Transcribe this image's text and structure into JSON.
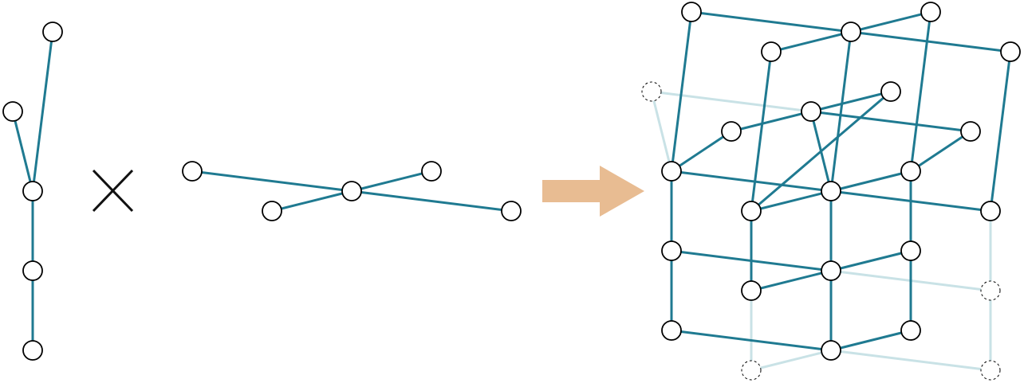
{
  "colors": {
    "background": "#ffffff",
    "edge": "#1f7a91",
    "faded_edge": "#c9e2e6",
    "node_fill": "#ffffff",
    "node_stroke": "#000000",
    "times_sign": "#111111",
    "arrow": "#e8bc92"
  },
  "graph_a": {
    "edges": [
      [
        "a1",
        "a3"
      ],
      [
        "a2",
        "a3"
      ],
      [
        "a3",
        "a4"
      ],
      [
        "a4",
        "a5"
      ]
    ]
  },
  "graph_b": {
    "edges": [
      [
        "b1",
        "b2"
      ],
      [
        "b2",
        "b3"
      ],
      [
        "b2",
        "b4"
      ],
      [
        "b2",
        "b5"
      ]
    ]
  },
  "operator": {
    "icon": "times-icon"
  },
  "transform_arrow": {
    "icon": "arrow-right-icon"
  },
  "product_graph": {
    "solid_edges": [
      [
        "p_t1",
        "p_t2"
      ],
      [
        "p_t2",
        "p_t3"
      ],
      [
        "p_t2",
        "p_t4"
      ],
      [
        "p_t2",
        "p_t5"
      ],
      [
        "p_u1",
        "p_u2"
      ],
      [
        "p_u2",
        "p_u3"
      ],
      [
        "p_u2",
        "p_u4"
      ],
      [
        "p_m1",
        "p_m2"
      ],
      [
        "p_m2",
        "p_m3"
      ],
      [
        "p_m2",
        "p_m4"
      ],
      [
        "p_m2",
        "p_m5"
      ],
      [
        "p_l1",
        "p_l2"
      ],
      [
        "p_l2",
        "p_l3"
      ],
      [
        "p_l2",
        "p_l4"
      ],
      [
        "p_b1",
        "p_b2"
      ],
      [
        "p_b2",
        "p_b3"
      ],
      [
        "p_t1",
        "p_m1"
      ],
      [
        "p_t3",
        "p_m3"
      ],
      [
        "p_t5",
        "p_m5"
      ],
      [
        "p_t4",
        "p_m4"
      ],
      [
        "p_t2",
        "p_m2"
      ],
      [
        "p_u3",
        "p_m3"
      ],
      [
        "p_u1",
        "p_m1"
      ],
      [
        "p_u4",
        "p_m4"
      ],
      [
        "p_u2",
        "p_m2"
      ],
      [
        "p_m1",
        "p_l1"
      ],
      [
        "p_l1",
        "p_b1"
      ],
      [
        "p_m3",
        "p_l3"
      ],
      [
        "p_m2",
        "p_l2"
      ],
      [
        "p_l2",
        "p_b2"
      ],
      [
        "p_m4",
        "p_l4"
      ],
      [
        "p_l4",
        "p_b3"
      ]
    ],
    "faded_edges": [
      [
        "p_f1",
        "p_u2"
      ],
      [
        "p_f1",
        "p_m1"
      ],
      [
        "p_l2",
        "p_f2"
      ],
      [
        "p_m5",
        "p_f2"
      ],
      [
        "p_b2",
        "p_f3"
      ],
      [
        "p_b2",
        "p_f4"
      ],
      [
        "p_l3",
        "p_f3"
      ],
      [
        "p_f2",
        "p_f4"
      ]
    ],
    "faded_nodes": [
      "p_f1",
      "p_f2",
      "p_f3",
      "p_f4"
    ]
  }
}
